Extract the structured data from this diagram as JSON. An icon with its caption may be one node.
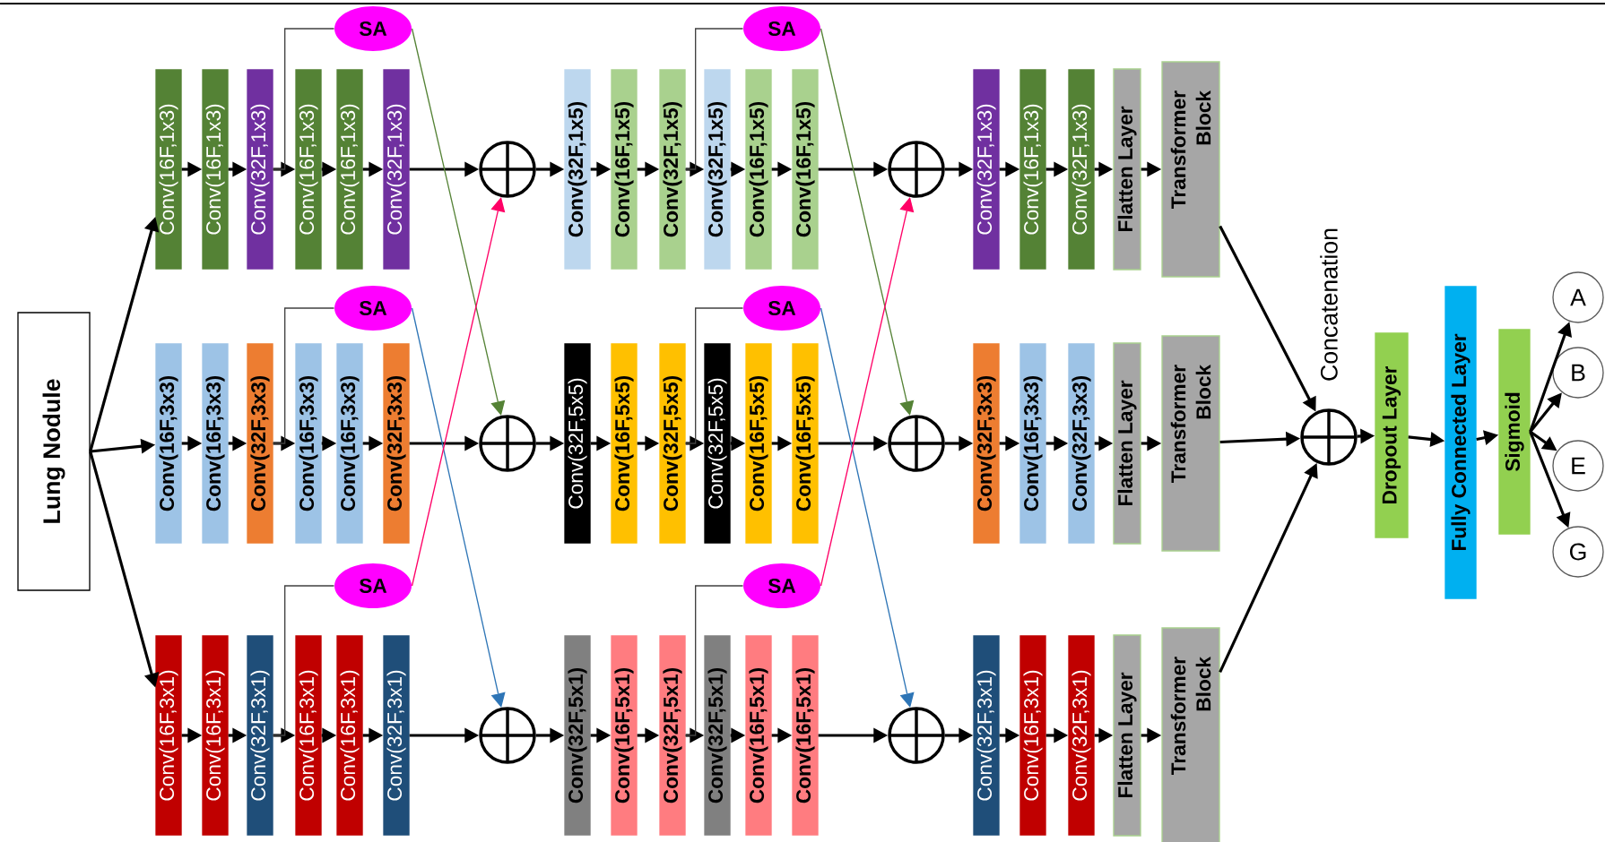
{
  "diagram": {
    "nodes": [
      {
        "text": [
          "Lung Nodule"
        ]
      },
      {
        "text": [
          "Conv(16F,1x3)"
        ]
      },
      {
        "text": [
          "Conv(16F,1x3)"
        ]
      },
      {
        "text": [
          "Conv(32F,1x3)"
        ]
      },
      {
        "text": [
          "Conv(16F,1x3)"
        ]
      },
      {
        "text": [
          "Conv(16F,1x3)"
        ]
      },
      {
        "text": [
          "Conv(32F,1x3)"
        ]
      },
      {
        "text": [
          "SA"
        ]
      },
      {
        "text": [],
        "shape": "circle"
      },
      {
        "text": [
          "Conv(32F,1x5)"
        ]
      },
      {
        "text": [
          "Conv(16F,1x5)"
        ]
      },
      {
        "text": [
          "Conv(32F,1x5)"
        ]
      },
      {
        "text": [
          "Conv(32F,1x5)"
        ]
      },
      {
        "text": [
          "Conv(16F,1x5)"
        ]
      },
      {
        "text": [
          "Conv(16F,1x5)"
        ]
      },
      {
        "text": [
          "SA"
        ]
      },
      {
        "text": [],
        "shape": "circle"
      },
      {
        "text": [
          "Conv(32F,1x3)"
        ]
      },
      {
        "text": [
          "Conv(16F,1x3)"
        ]
      },
      {
        "text": [
          "Conv(32F,1x3)"
        ]
      },
      {
        "text": [
          "Flatten Layer"
        ]
      },
      {
        "text": [
          "Transformer Block"
        ]
      },
      {
        "text": [
          "Conv(16F,3x3)"
        ]
      },
      {
        "text": [
          "Conv(16F,3x3)"
        ]
      },
      {
        "text": [
          "Conv(32F,3x3)"
        ]
      },
      {
        "text": [
          "Conv(16F,3x3)"
        ]
      },
      {
        "text": [
          "Conv(16F,3x3)"
        ]
      },
      {
        "text": [
          "Conv(32F,3x3)"
        ]
      },
      {
        "text": [
          "SA"
        ]
      },
      {
        "text": [],
        "shape": "circle"
      },
      {
        "text": [
          "Conv(32F,5x5)"
        ]
      },
      {
        "text": [
          "Conv(16F,5x5)"
        ]
      },
      {
        "text": [
          "Conv(32F,5x5)"
        ]
      },
      {
        "text": [
          "Conv(32F,5x5)"
        ]
      },
      {
        "text": [
          "Conv(16F,5x5)"
        ]
      },
      {
        "text": [
          "Conv(16F,5x5)"
        ]
      },
      {
        "text": [
          "SA"
        ]
      },
      {
        "text": [],
        "shape": "circle"
      },
      {
        "text": [
          "Conv(32F,3x3)"
        ]
      },
      {
        "text": [
          "Conv(16F,3x3)"
        ]
      },
      {
        "text": [
          "Conv(32F,3x3)"
        ]
      },
      {
        "text": [
          "Flatten Layer"
        ]
      },
      {
        "text": [
          "Transformer Block"
        ]
      },
      {
        "text": [
          "Conv(16F,3x1)"
        ]
      },
      {
        "text": [
          "Conv(16F,3x1)"
        ]
      },
      {
        "text": [
          "Conv(32F,3x1)"
        ]
      },
      {
        "text": [
          "Conv(16F,3x1)"
        ]
      },
      {
        "text": [
          "Conv(16F,3x1)"
        ]
      },
      {
        "text": [
          "Conv(32F,3x1)"
        ]
      },
      {
        "text": [
          "SA"
        ]
      },
      {
        "text": [],
        "shape": "circle"
      },
      {
        "text": [
          "Conv(32F,5x1)"
        ]
      },
      {
        "text": [
          "Conv(16F,5x1)"
        ]
      },
      {
        "text": [
          "Conv(32F,5x1)"
        ]
      },
      {
        "text": [
          "Conv(32F,5x1)"
        ]
      },
      {
        "text": [
          "Conv(16F,5x1)"
        ]
      },
      {
        "text": [
          "Conv(16F,5x1)"
        ]
      },
      {
        "text": [
          "SA"
        ]
      },
      {
        "text": [],
        "shape": "circle"
      },
      {
        "text": [
          "Conv(32F,3x1)"
        ]
      },
      {
        "text": [
          "Conv(16F,3x1)"
        ]
      },
      {
        "text": [
          "Conv(32F,3x1)"
        ]
      },
      {
        "text": [
          "Flatten Layer"
        ]
      },
      {
        "text": [
          "Transformer Block"
        ]
      },
      {
        "text": [],
        "shape": "circle",
        "beside": [
          "Concatenation"
        ]
      },
      {
        "text": [
          "Dropout Layer"
        ]
      },
      {
        "text": [
          "Fully Connected Layer"
        ]
      },
      {
        "text": [
          "Sigmoid"
        ]
      },
      {
        "text": [
          "A"
        ]
      },
      {
        "text": [
          "B"
        ]
      },
      {
        "text": [
          "E"
        ]
      },
      {
        "text": [
          "G"
        ]
      }
    ],
    "edges": [
      {
        "from": 0,
        "to": 1,
        "arrow": "to"
      },
      {
        "from": 1,
        "to": 2,
        "arrow": "to"
      },
      {
        "from": 2,
        "to": 3,
        "arrow": "to"
      },
      {
        "from": 3,
        "to": 4,
        "arrow": "to"
      },
      {
        "from": 4,
        "to": 5,
        "arrow": "to"
      },
      {
        "from": 5,
        "to": 6,
        "arrow": "to"
      },
      {
        "from": 3,
        "to": 7,
        "arrow": "none",
        "color": "#404040"
      },
      {
        "from": 6,
        "to": 8,
        "arrow": "to"
      },
      {
        "from": 7,
        "to": 29,
        "arrow": "to",
        "color": "#548235"
      },
      {
        "from": 8,
        "to": 9,
        "arrow": "to"
      },
      {
        "from": 9,
        "to": 10,
        "arrow": "to"
      },
      {
        "from": 10,
        "to": 11,
        "arrow": "to"
      },
      {
        "from": 11,
        "to": 12,
        "arrow": "to"
      },
      {
        "from": 12,
        "to": 13,
        "arrow": "to"
      },
      {
        "from": 13,
        "to": 14,
        "arrow": "to"
      },
      {
        "from": 11,
        "to": 15,
        "arrow": "none",
        "color": "#404040"
      },
      {
        "from": 14,
        "to": 16,
        "arrow": "to"
      },
      {
        "from": 15,
        "to": 37,
        "arrow": "to",
        "color": "#548235"
      },
      {
        "from": 16,
        "to": 17,
        "arrow": "to"
      },
      {
        "from": 17,
        "to": 18,
        "arrow": "to"
      },
      {
        "from": 18,
        "to": 19,
        "arrow": "to"
      },
      {
        "from": 19,
        "to": 20,
        "arrow": "to"
      },
      {
        "from": 20,
        "to": 21,
        "arrow": "to"
      },
      {
        "from": 21,
        "to": 64,
        "arrow": "to"
      },
      {
        "from": 0,
        "to": 22,
        "arrow": "to"
      },
      {
        "from": 22,
        "to": 23,
        "arrow": "to"
      },
      {
        "from": 23,
        "to": 24,
        "arrow": "to"
      },
      {
        "from": 24,
        "to": 25,
        "arrow": "to"
      },
      {
        "from": 25,
        "to": 26,
        "arrow": "to"
      },
      {
        "from": 26,
        "to": 27,
        "arrow": "to"
      },
      {
        "from": 24,
        "to": 28,
        "arrow": "none",
        "color": "#404040"
      },
      {
        "from": 27,
        "to": 29,
        "arrow": "to"
      },
      {
        "from": 28,
        "to": 50,
        "arrow": "to",
        "color": "#2e75b6"
      },
      {
        "from": 29,
        "to": 30,
        "arrow": "to"
      },
      {
        "from": 30,
        "to": 31,
        "arrow": "to"
      },
      {
        "from": 31,
        "to": 32,
        "arrow": "to"
      },
      {
        "from": 32,
        "to": 33,
        "arrow": "to"
      },
      {
        "from": 33,
        "to": 34,
        "arrow": "to"
      },
      {
        "from": 34,
        "to": 35,
        "arrow": "to"
      },
      {
        "from": 32,
        "to": 36,
        "arrow": "none",
        "color": "#404040"
      },
      {
        "from": 35,
        "to": 37,
        "arrow": "to"
      },
      {
        "from": 36,
        "to": 58,
        "arrow": "to",
        "color": "#2e75b6"
      },
      {
        "from": 37,
        "to": 38,
        "arrow": "to"
      },
      {
        "from": 38,
        "to": 39,
        "arrow": "to"
      },
      {
        "from": 39,
        "to": 40,
        "arrow": "to"
      },
      {
        "from": 40,
        "to": 41,
        "arrow": "to"
      },
      {
        "from": 41,
        "to": 42,
        "arrow": "to"
      },
      {
        "from": 42,
        "to": 64,
        "arrow": "to"
      },
      {
        "from": 0,
        "to": 43,
        "arrow": "to"
      },
      {
        "from": 43,
        "to": 44,
        "arrow": "to"
      },
      {
        "from": 44,
        "to": 45,
        "arrow": "to"
      },
      {
        "from": 45,
        "to": 46,
        "arrow": "to"
      },
      {
        "from": 46,
        "to": 47,
        "arrow": "to"
      },
      {
        "from": 47,
        "to": 48,
        "arrow": "to"
      },
      {
        "from": 45,
        "to": 49,
        "arrow": "none",
        "color": "#404040"
      },
      {
        "from": 48,
        "to": 50,
        "arrow": "to"
      },
      {
        "from": 49,
        "to": 8,
        "arrow": "to",
        "color": "#ff0066"
      },
      {
        "from": 50,
        "to": 51,
        "arrow": "to"
      },
      {
        "from": 51,
        "to": 52,
        "arrow": "to"
      },
      {
        "from": 52,
        "to": 53,
        "arrow": "to"
      },
      {
        "from": 53,
        "to": 54,
        "arrow": "to"
      },
      {
        "from": 54,
        "to": 55,
        "arrow": "to"
      },
      {
        "from": 55,
        "to": 56,
        "arrow": "to"
      },
      {
        "from": 53,
        "to": 57,
        "arrow": "none",
        "color": "#404040"
      },
      {
        "from": 56,
        "to": 58,
        "arrow": "to"
      },
      {
        "from": 57,
        "to": 16,
        "arrow": "to",
        "color": "#ff0066"
      },
      {
        "from": 58,
        "to": 59,
        "arrow": "to"
      },
      {
        "from": 59,
        "to": 60,
        "arrow": "to"
      },
      {
        "from": 60,
        "to": 61,
        "arrow": "to"
      },
      {
        "from": 61,
        "to": 62,
        "arrow": "to"
      },
      {
        "from": 62,
        "to": 63,
        "arrow": "to"
      },
      {
        "from": 63,
        "to": 64,
        "arrow": "to"
      },
      {
        "from": 64,
        "to": 65,
        "arrow": "to"
      },
      {
        "from": 65,
        "to": 66,
        "arrow": "to"
      },
      {
        "from": 66,
        "to": 67,
        "arrow": "to"
      },
      {
        "from": 67,
        "to": 68,
        "arrow": "to"
      },
      {
        "from": 67,
        "to": 69,
        "arrow": "to"
      },
      {
        "from": 67,
        "to": 70,
        "arrow": "to"
      },
      {
        "from": 67,
        "to": 71,
        "arrow": "to"
      }
    ]
  }
}
